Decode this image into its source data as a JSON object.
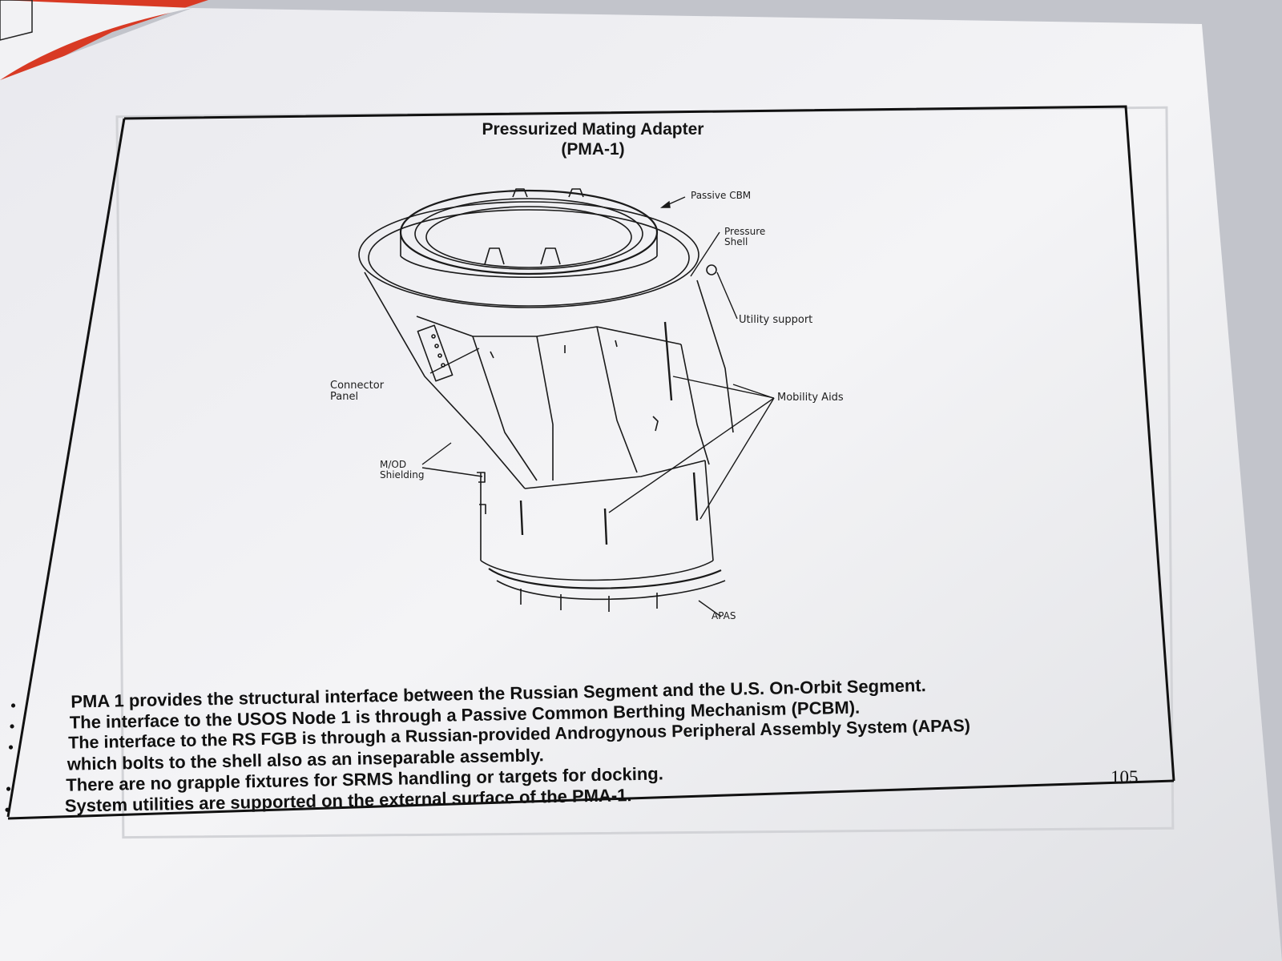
{
  "slide": {
    "title_line1": "Pressurized Mating Adapter",
    "title_line2": "(PMA-1)",
    "page_number": "105"
  },
  "diagram": {
    "callouts": {
      "passive_cbm": "Passive CBM",
      "pressure_shell": "Pressure\nShell",
      "utility_support": "Utility support",
      "connector_panel": "Connector\nPanel",
      "mobility_aids": "Mobility Aids",
      "mdd_shielding": "M/OD\nShielding",
      "apas": "APAS"
    }
  },
  "bullets": [
    "PMA 1 provides the structural interface between the Russian Segment and the U.S. On-Orbit Segment.",
    "The interface to the USOS Node 1 is through a Passive Common Berthing Mechanism (PCBM).",
    "The interface to the RS FGB is through a Russian-provided Androgynous Peripheral Assembly System (APAS)",
    "which bolts to the shell also as an inseparable assembly.",
    "There are no grapple fixtures for SRMS handling or targets for docking.",
    "System utilities are supported on the external surface of the PMA-1."
  ]
}
